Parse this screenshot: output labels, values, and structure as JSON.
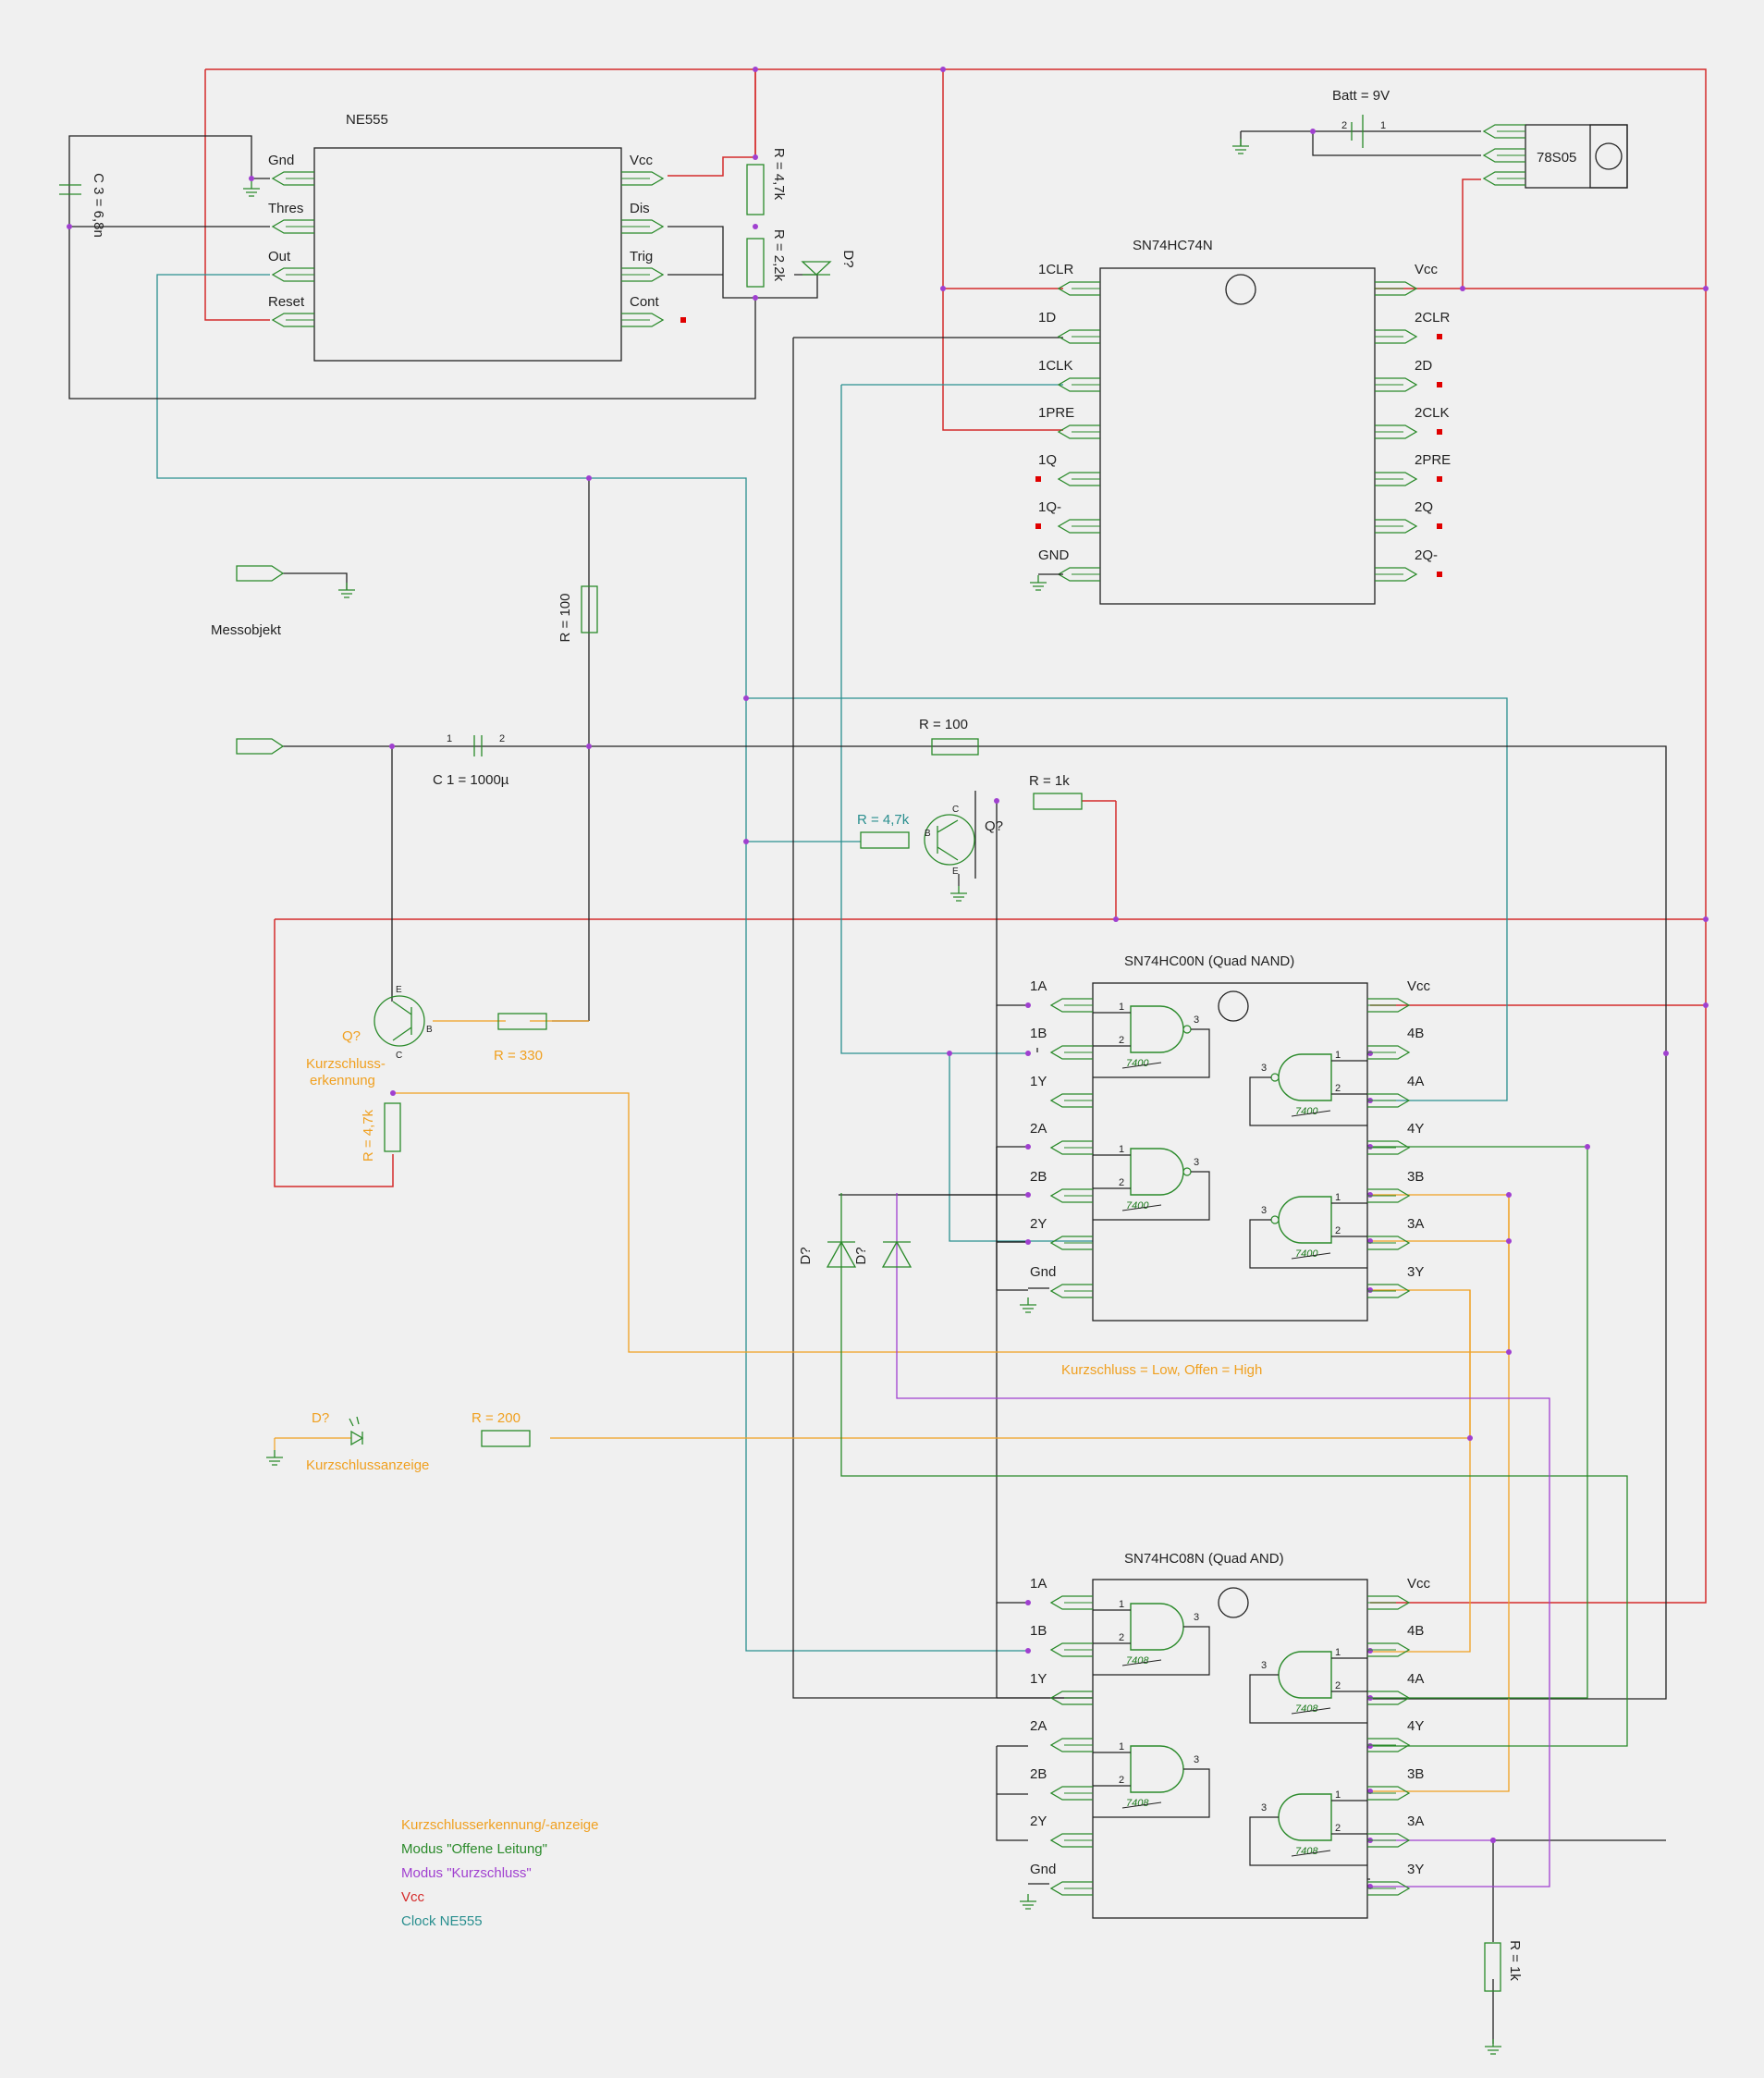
{
  "colors": {
    "bg": "#f0f0f0",
    "wire": "#222222",
    "vcc": "#d42a2a",
    "clock": "#2a8f8f",
    "short": "#f0a020",
    "open": "#2a8a2a",
    "shortmode": "#a040d0",
    "part": "#2a8a2a",
    "unconnected": "#e00000"
  },
  "ne555": {
    "title": "NE555",
    "pins_left": [
      "Gnd",
      "Thres",
      "Out",
      "Reset"
    ],
    "pins_right": [
      "Vcc",
      "Dis",
      "Trig",
      "Cont"
    ],
    "r_top": "R = 4,7k",
    "r_bottom": "R = 2,2k",
    "diode": "D?",
    "cap": "C 3 = 6,8n"
  },
  "battery": {
    "label": "Batt = 9V",
    "pin2": "2",
    "pin1": "1"
  },
  "regulator": {
    "label": "78S05"
  },
  "ff": {
    "title": "SN74HC74N",
    "pins_left": [
      "1CLR",
      "1D",
      "1CLK",
      "1PRE",
      "1Q",
      "1Q-",
      "GND"
    ],
    "pins_right": [
      "Vcc",
      "2CLR",
      "2D",
      "2CLK",
      "2PRE",
      "2Q",
      "2Q-"
    ]
  },
  "messobjekt": "Messobjekt",
  "r100_vert": "R = 100",
  "c1": {
    "label": "C 1 = 1000µ",
    "p1": "1",
    "p2": "2"
  },
  "r100_horiz": "R = 100",
  "r1k_top": "R = 1k",
  "r47k_npn": "R = 4,7k",
  "q_npn": "Q?",
  "q_pnp": {
    "name": "Q?",
    "desc1": "Kurzschluss-",
    "desc2": "erkennung"
  },
  "r330": "R = 330",
  "r47k_vert": "R = 4,7k",
  "transistor_pins": {
    "b": "B",
    "c": "C",
    "e": "E"
  },
  "nand": {
    "title": "SN74HC00N  (Quad NAND)",
    "pins_left": [
      "1A",
      "1B",
      "1Y",
      "2A",
      "2B",
      "2Y",
      "Gnd"
    ],
    "pins_right": [
      "Vcc",
      "4B",
      "4A",
      "4Y",
      "3B",
      "3A",
      "3Y"
    ],
    "gate": "7400"
  },
  "and": {
    "title": "SN74HC08N  (Quad AND)",
    "pins_left": [
      "1A",
      "1B",
      "1Y",
      "2A",
      "2B",
      "2Y",
      "Gnd"
    ],
    "pins_right": [
      "Vcc",
      "4B",
      "4A",
      "4Y",
      "3B",
      "3A",
      "3Y"
    ],
    "gate": "7408"
  },
  "gate_pins": {
    "in1": "1",
    "in2": "2",
    "out": "3"
  },
  "diodes_mid": [
    "D?",
    "D?"
  ],
  "note_short": "Kurzschluss = Low, Offen = High",
  "led": {
    "name": "D?",
    "label": "Kurzschlussanzeige"
  },
  "r200": "R = 200",
  "r1k_bottom": "R = 1k",
  "legend": [
    {
      "text": "Kurzschlusserkennung/-anzeige",
      "color": "#f0a020"
    },
    {
      "text": "Modus \"Offene Leitung\"",
      "color": "#2a8a2a"
    },
    {
      "text": "Modus \"Kurzschluss\"",
      "color": "#a040d0"
    },
    {
      "text": "Vcc",
      "color": "#d42a2a"
    },
    {
      "text": "Clock NE555",
      "color": "#2a8f8f"
    }
  ]
}
